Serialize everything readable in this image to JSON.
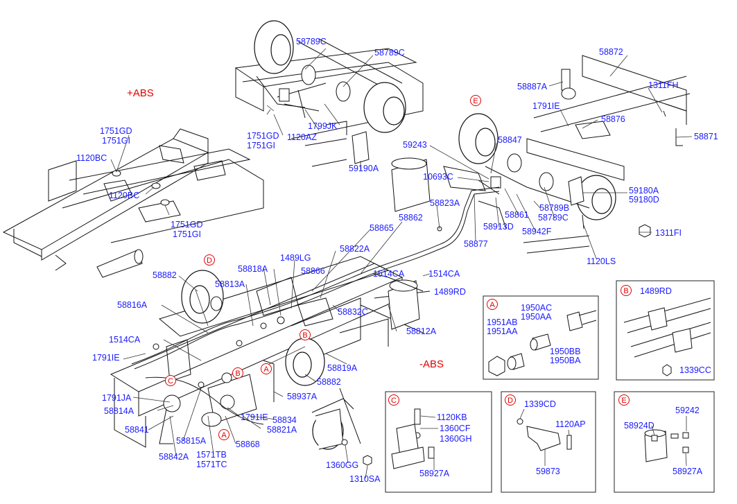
{
  "section_labels": {
    "abs_plus": "+ABS",
    "abs_minus": "-ABS"
  },
  "detail_markers": {
    "A": "A",
    "B": "B",
    "C": "C",
    "D": "D",
    "E": "E"
  },
  "callouts": {
    "c58789C_1": "58789C",
    "c58789C_2": "58789C",
    "c1751GD_GI_a1": "1751GD",
    "c1751GD_GI_a2": "1751GI",
    "c1799JK": "1799JK",
    "c1120AZ": "1120AZ",
    "c59190A": "59190A",
    "c1751GD_top": "1751GD",
    "c1751GI_top": "1751GI",
    "c1120BC_1": "1120BC",
    "c1120BC_2": "1120BC",
    "c1751GD_b": "1751GD",
    "c1751GI_b": "1751GI",
    "c58872": "58872",
    "c58887A": "58887A",
    "c1311FH": "1311FH",
    "c1791IE_top": "1791IE",
    "c58876": "58876",
    "c58871": "58871",
    "c59243": "59243",
    "c58847": "58847",
    "c10693C": "10693C",
    "c59180A": "59180A",
    "c59180D": "59180D",
    "c58823A": "58823A",
    "c58789B": "58789B",
    "c58862": "58862",
    "c58861": "58861",
    "c58789C_3": "58789C",
    "c58865": "58865",
    "c58913D": "58913D",
    "c58942F": "58942F",
    "c1311FI": "1311FI",
    "c58877": "58877",
    "c58822A": "58822A",
    "c1120LS": "1120LS",
    "c1489LG": "1489LG",
    "c1514CA_1": "1514CA",
    "c1514CA_2": "1514CA",
    "c58818A": "58818A",
    "c58866": "58866",
    "c58882_top": "58882",
    "c58813A": "58813A",
    "c1489RD_main": "1489RD",
    "c58816A": "58816A",
    "c58832C": "58832C",
    "c58812A": "58812A",
    "c1514CA_left": "1514CA",
    "c1791IE_left": "1791IE",
    "c58819A": "58819A",
    "c58882_mid": "58882",
    "c1791JA": "1791JA",
    "c58937A": "58937A",
    "c58814A": "58814A",
    "c1791IE_mid": "1791IE",
    "c58834": "58834",
    "c58841": "58841",
    "c58821A": "58821A",
    "c58815A": "58815A",
    "c58868": "58868",
    "c58842A": "58842A",
    "c1571TB": "1571TB",
    "c1571TC": "1571TC",
    "c1360GG": "1360GG",
    "c1310SA": "1310SA"
  },
  "detail_A": {
    "l1950AC": "1950AC",
    "l1950AA": "1950AA",
    "l1951AB": "1951AB",
    "l1951AA": "1951AA",
    "l1950BB": "1950BB",
    "l1950BA": "1950BA"
  },
  "detail_B": {
    "l1489RD": "1489RD",
    "l1339CC": "1339CC"
  },
  "detail_C": {
    "l1120KB": "1120KB",
    "l1360CF": "1360CF",
    "l1360GH": "1360GH",
    "l58927A": "58927A"
  },
  "detail_D": {
    "l1339CD": "1339CD",
    "l1120AP": "1120AP",
    "l59873": "59873"
  },
  "detail_E": {
    "l59242": "59242",
    "l58924D": "58924D",
    "l58927A": "58927A"
  },
  "colors": {
    "callout_text": "#1a1aff",
    "marker_red": "#e00000",
    "line": "#111111"
  }
}
